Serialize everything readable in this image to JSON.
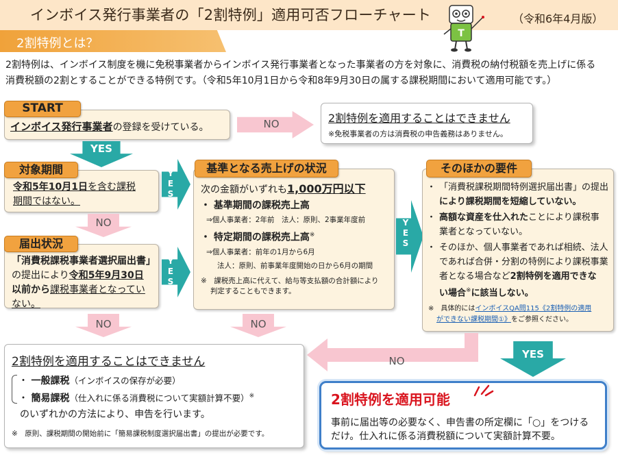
{
  "header": {
    "title": "インボイス発行事業者の「2割特例」適用可否フローチャート",
    "edition": "（令和6年4月版）",
    "mascot_icon": "tax-mascot-icon"
  },
  "section": {
    "title": "2割特例とは？"
  },
  "intro": {
    "line1": "2割特例は、インボイス制度を機に免税事業者からインボイス発行事業者となった事業者の方を対象に、消費税の納付税額を売上げに係る",
    "line2": "消費税額の2割とすることができる特例です。（令和5年10月1日から令和8年9月30日の属する課税期間において適用可能です。）"
  },
  "start": {
    "tag": "START",
    "bold": "インボイス発行事業者",
    "rest": "の登録を受けている。"
  },
  "not_applicable_top": {
    "title": "2割特例を適用することはできません",
    "note": "※免税事業者の方は消費税の申告義務はありません。"
  },
  "target_period": {
    "tag": "対象期間",
    "bold": "令和5年10月1日",
    "rest1": "を含む課税",
    "rest2": "期間ではない。"
  },
  "filing_status": {
    "tag": "届出状況",
    "line1": "「消費税課税事業者選択届出書」",
    "line2a": "の提出により",
    "line2b": "令和5年9月30日",
    "line3a": "以前から",
    "line3b": "課税事業者となってい",
    "line4": "ない。"
  },
  "base_sales": {
    "tag": "基準となる売上げの状況",
    "lead_a": "次の金額がいずれも",
    "lead_b": "1,000万円以下",
    "item1_title": "・ 基準期間の課税売上高",
    "item1_detail": "⇒個人事業者：2年前　法人：原則、2事業年度前",
    "item2_title": "・ 特定期間の課税売上高",
    "item2_mark": "※",
    "item2_detail1": "⇒個人事業者：前年の1月から6月",
    "item2_detail2": "法人：原則、前事業年度開始の日から6月の期間",
    "note1": "※　課税売上高に代えて、給与等支払額の合計額により",
    "note2": "判定することもできます。"
  },
  "other_requirements": {
    "tag": "そのほかの要件",
    "b1_l1": "「消費税課税期間特例選択届出書」の提出",
    "b1_l2": "により課税期間を短縮していない。",
    "b2_l1a": "高額な資産を仕入れた",
    "b2_l1b": "ことにより課税事",
    "b2_l2": "業者となっていない。",
    "b3_l1": "そのほか、個人事業者であれば相続、法人",
    "b3_l2": "であれば合併・分割の特例により課税事業",
    "b3_l3a": "者となる場合など",
    "b3_l3b": "2割特例を適用できな",
    "b3_l4a": "い場合",
    "b3_l4b": "※",
    "b3_l4c": "に該当しない。",
    "note_a": "※　具体的には",
    "note_link1": "インボイスQA問115《2割特例の適用",
    "note_link2": "ができない課税期間①》",
    "note_b": "をご参照ください。"
  },
  "not_applicable_bottom": {
    "title": "2割特例を適用することはできません",
    "item1_bold": "一般課税",
    "item1_rest": "（インボイスの保存が必要）",
    "item2_bold": "簡易課税",
    "item2_rest": "（仕入れに係る消費税について実額計算不要）",
    "item2_mark": "※",
    "closing": "のいずれかの方法により、申告を行います。",
    "note": "※　原則、課税期間の開始前に「簡易課税制度選択届出書」の提出が必要です。"
  },
  "applicable": {
    "title": "2割特例を適用可能",
    "line1": "事前に届出等の必要なく、申告書の所定欄に「○」をつける",
    "line2": "だけ。仕入れに係る消費税額について実額計算不要。"
  },
  "arrows": {
    "no": "NO",
    "yes": "YES",
    "yes_vertical": [
      "Y",
      "E",
      "S"
    ]
  },
  "colors": {
    "header_bg": "#fde6c8",
    "section_bar": "#f0a23a",
    "tag_orange": "#f1a23f",
    "box_cream": "#fdf3df",
    "yes_teal": "#29a9a6",
    "no_pink": "#f8c6d0",
    "accent_red": "#d9141e",
    "result_blue_border": "#3f7fc9"
  }
}
